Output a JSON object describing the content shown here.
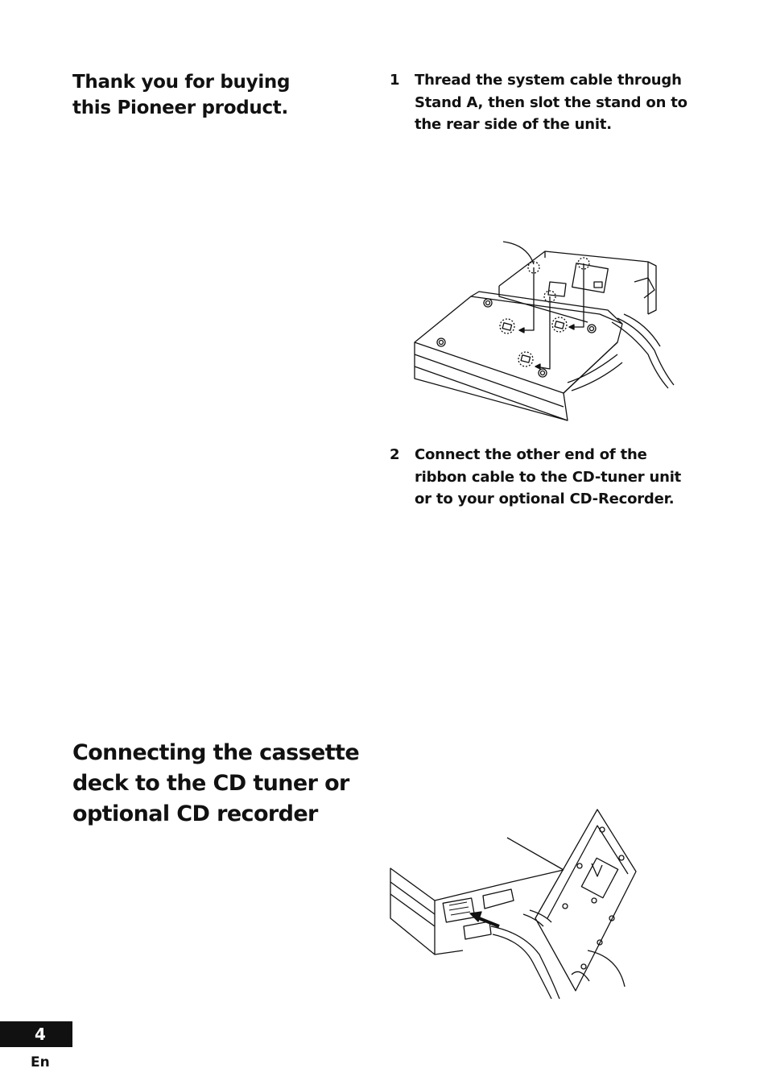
{
  "intro": {
    "title": "Thank you for buying this Pioneer product."
  },
  "section": {
    "title": "Connecting the cassette deck to the CD tuner or optional CD recorder"
  },
  "steps": [
    {
      "number": "1",
      "text": "Thread the system cable through Stand A, then slot the stand on to the rear side of the unit."
    },
    {
      "number": "2",
      "text": "Connect the other end of the ribbon cable to the CD-tuner unit or to your optional CD-Recorder."
    }
  ],
  "footer": {
    "page_number": "4",
    "language": "En"
  }
}
